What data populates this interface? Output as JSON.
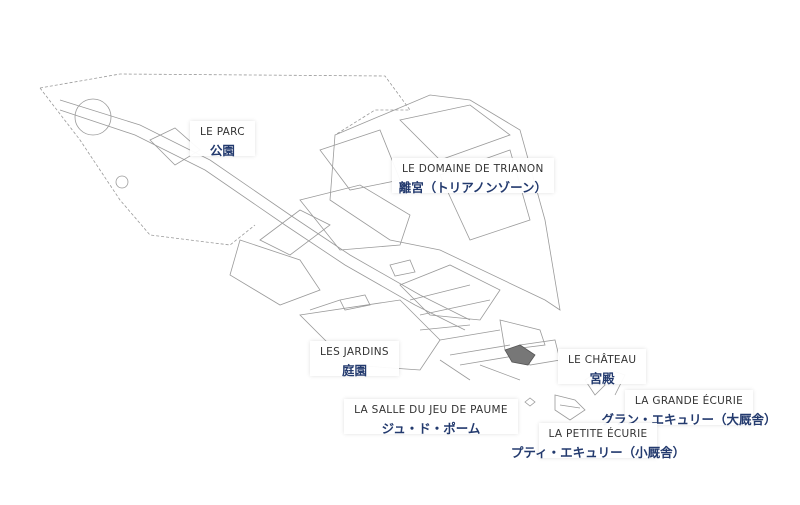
{
  "labels": [
    {
      "id": "parc",
      "fr": "LE PARC",
      "jp": "公園"
    },
    {
      "id": "trianon",
      "fr": "LE DOMAINE DE TRIANON",
      "jp": "離宮（トリアノンゾーン）"
    },
    {
      "id": "jardins",
      "fr": "LES JARDINS",
      "jp": "庭園"
    },
    {
      "id": "chateau",
      "fr": "LE CHÂTEAU",
      "jp": "宮殿"
    },
    {
      "id": "grande",
      "fr": "LA GRANDE ÉCURIE",
      "jp": "グラン・エキュリー（大厩舎）"
    },
    {
      "id": "paume",
      "fr": "LA SALLE DU JEU DE PAUME",
      "jp": "ジュ・ド・ポーム"
    },
    {
      "id": "petite",
      "fr": "LA PETITE ÉCURIE",
      "jp": "プティ・エキュリー（小厩舎）"
    }
  ],
  "colors": {
    "line": "#9a9a9a",
    "label_jp": "#233a6e",
    "chateau": "#777777"
  }
}
